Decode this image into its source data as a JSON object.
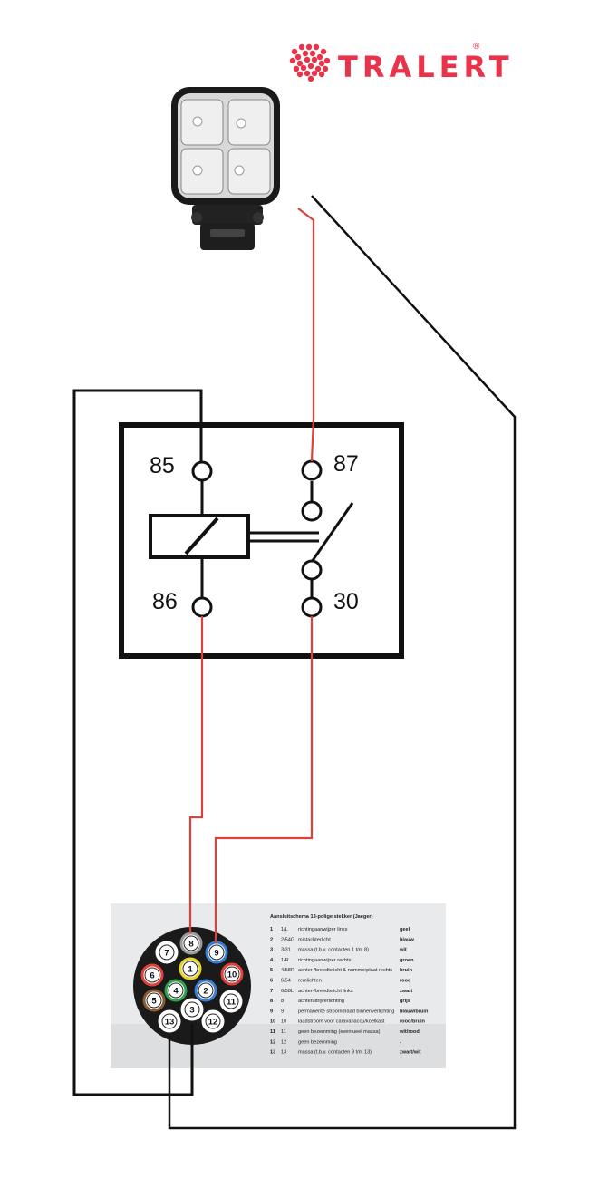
{
  "brand": {
    "name": "TRALERT",
    "mark": "®"
  },
  "relay": {
    "terminal_85": "85",
    "terminal_86": "86",
    "terminal_87": "87",
    "terminal_30": "30"
  },
  "plug": {
    "title": "Aansluitschema 13-polige stekker (Jaeger)",
    "pins": [
      {
        "num": "1",
        "code": "1/L",
        "desc": "richtingaanwijzer links",
        "color": "geel"
      },
      {
        "num": "2",
        "code": "2/54G",
        "desc": "mistachterlicht",
        "color": "blauw"
      },
      {
        "num": "3",
        "code": "3/31",
        "desc": "massa (t.b.v. contacten 1 t/m 8)",
        "color": "wit"
      },
      {
        "num": "4",
        "code": "1/R",
        "desc": "richtingaanwijzer rechts",
        "color": "groen"
      },
      {
        "num": "5",
        "code": "4/58R",
        "desc": "achter-/breedtelicht & nummerplaat rechts",
        "color": "bruin"
      },
      {
        "num": "6",
        "code": "6/54",
        "desc": "remlichten",
        "color": "rood"
      },
      {
        "num": "7",
        "code": "6/58L",
        "desc": "achter-/breedtelicht links",
        "color": "zwart"
      },
      {
        "num": "8",
        "code": "8",
        "desc": "achteruitrijverlichting",
        "color": "grijs"
      },
      {
        "num": "9",
        "code": "9",
        "desc": "permanente stroomdraad binnenverlichting",
        "color": "blauw/bruin"
      },
      {
        "num": "10",
        "code": "10",
        "desc": "laadstroom voor caravanaccu/koelkast",
        "color": "rood/bruin"
      },
      {
        "num": "11",
        "code": "11",
        "desc": "geen bezemming (eventueel massa)",
        "color": "wit/rood"
      },
      {
        "num": "12",
        "code": "12",
        "desc": "geen bezemming",
        "color": "-"
      },
      {
        "num": "13",
        "code": "13",
        "desc": "massa (t.b.v. contacten 9 t/m 13)",
        "color": "zwart/wit"
      }
    ]
  },
  "colors": {
    "wire_red": "#e0403a",
    "wire_black": "#111111",
    "brand_red": "#e8334a",
    "table_bg": "#e9eaec"
  }
}
